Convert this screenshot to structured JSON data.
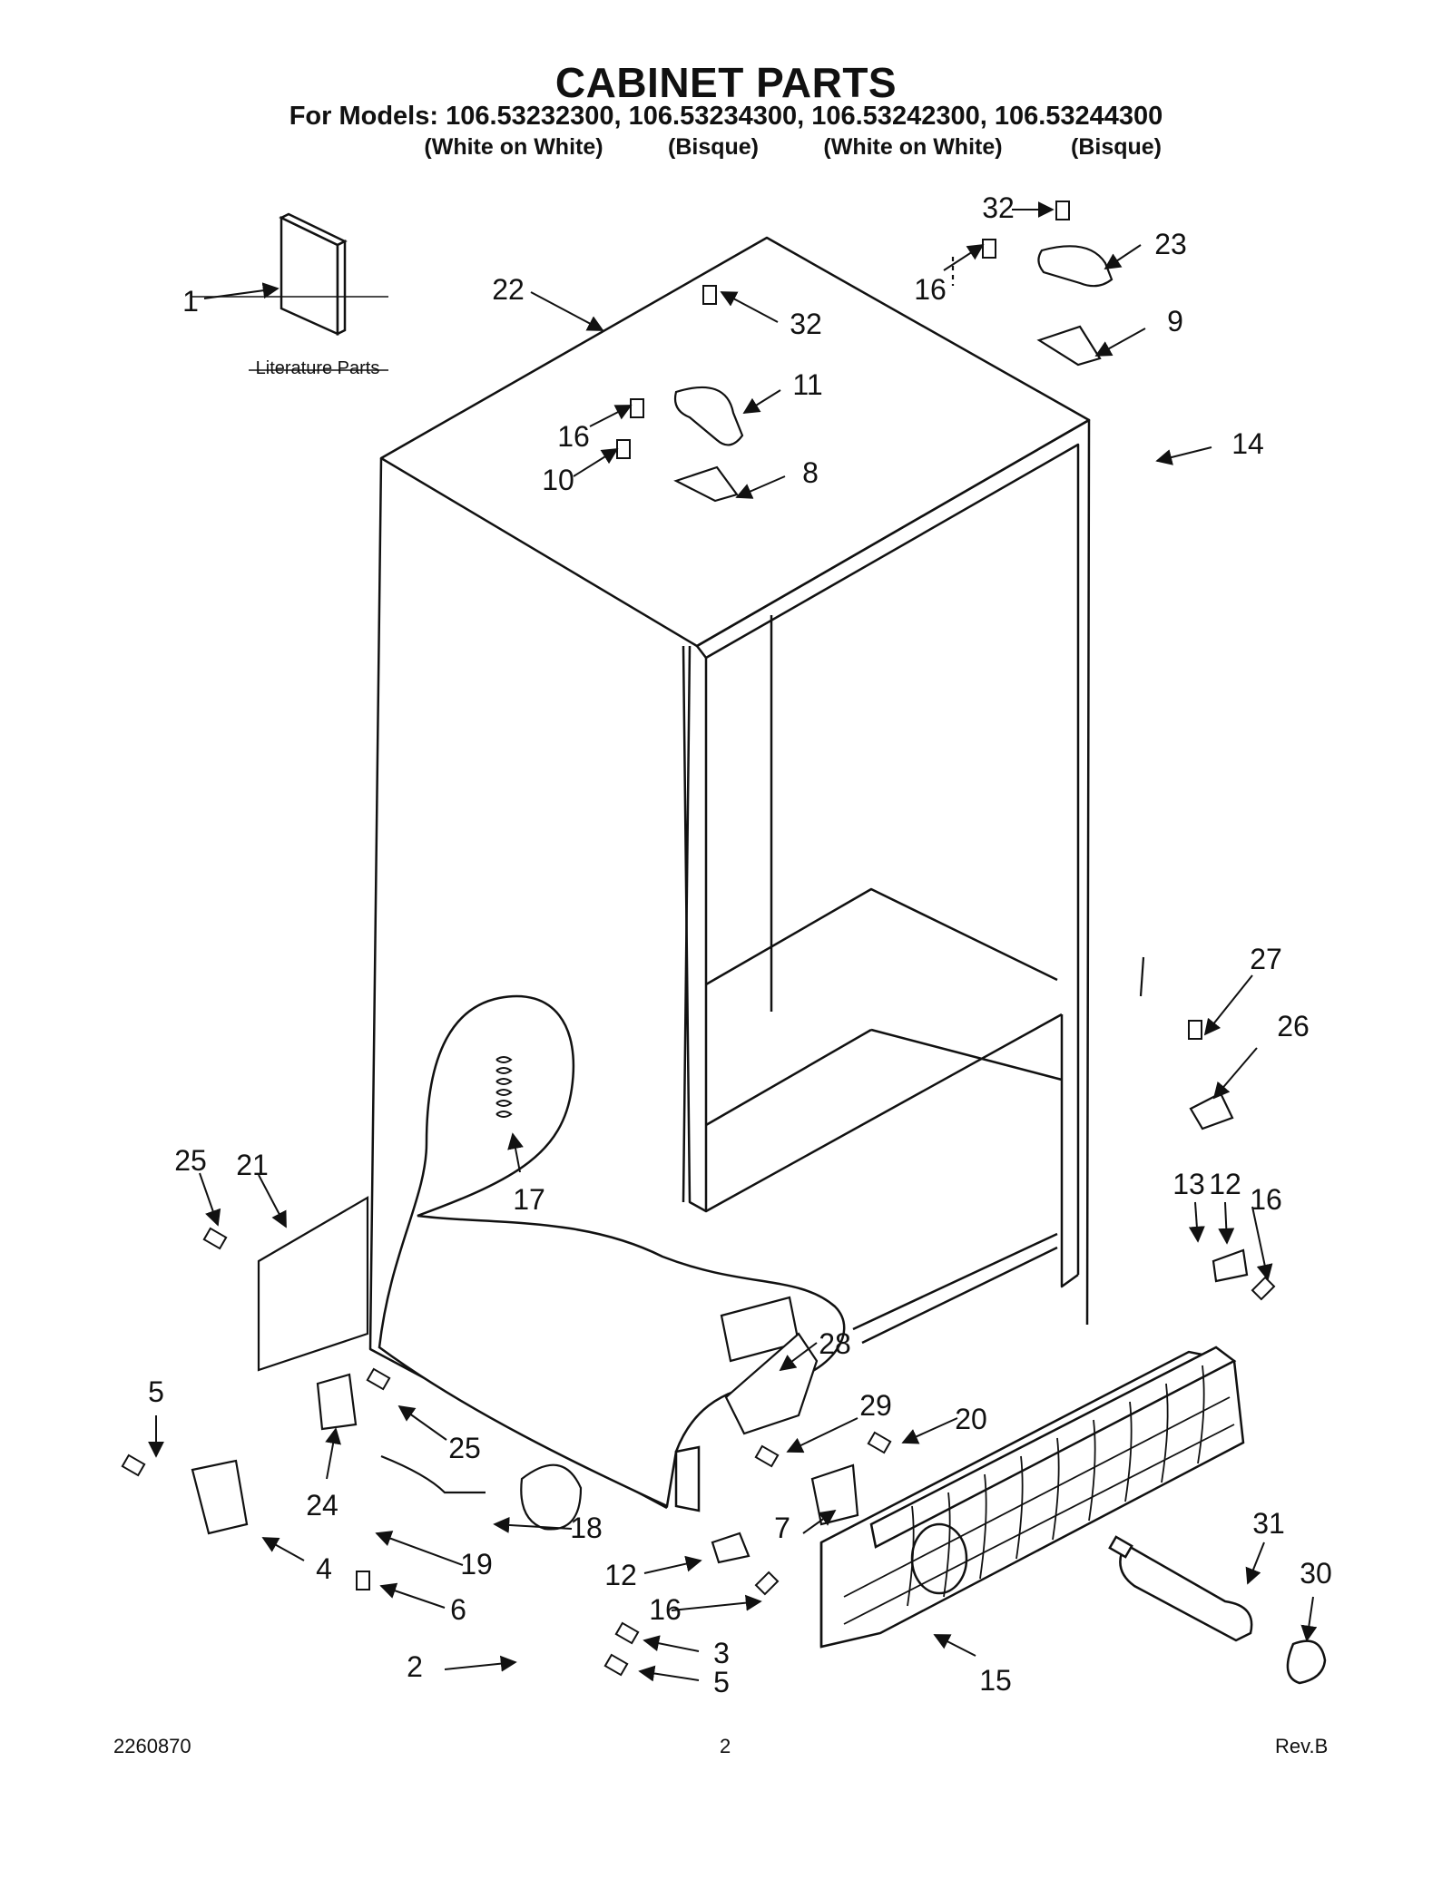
{
  "header": {
    "title": "CABINET PARTS",
    "subtitle": "For Models: 106.53232300, 106.53234300, 106.53242300, 106.53244300",
    "variants": [
      "(White on White)",
      "(Bisque)",
      "(White on White)",
      "(Bisque)"
    ]
  },
  "diagram": {
    "literature_label": "Literature Parts",
    "callouts": [
      "1",
      "22",
      "32",
      "11",
      "16",
      "10",
      "8",
      "32",
      "23",
      "16",
      "9",
      "14",
      "27",
      "26",
      "13",
      "12",
      "16",
      "25",
      "21",
      "17",
      "28",
      "29",
      "20",
      "5",
      "25",
      "24",
      "18",
      "19",
      "4",
      "6",
      "7",
      "12",
      "16",
      "3",
      "2",
      "5",
      "31",
      "30",
      "15"
    ]
  },
  "footer": {
    "doc_number": "2260870",
    "page": "2",
    "revision": "Rev.B"
  }
}
